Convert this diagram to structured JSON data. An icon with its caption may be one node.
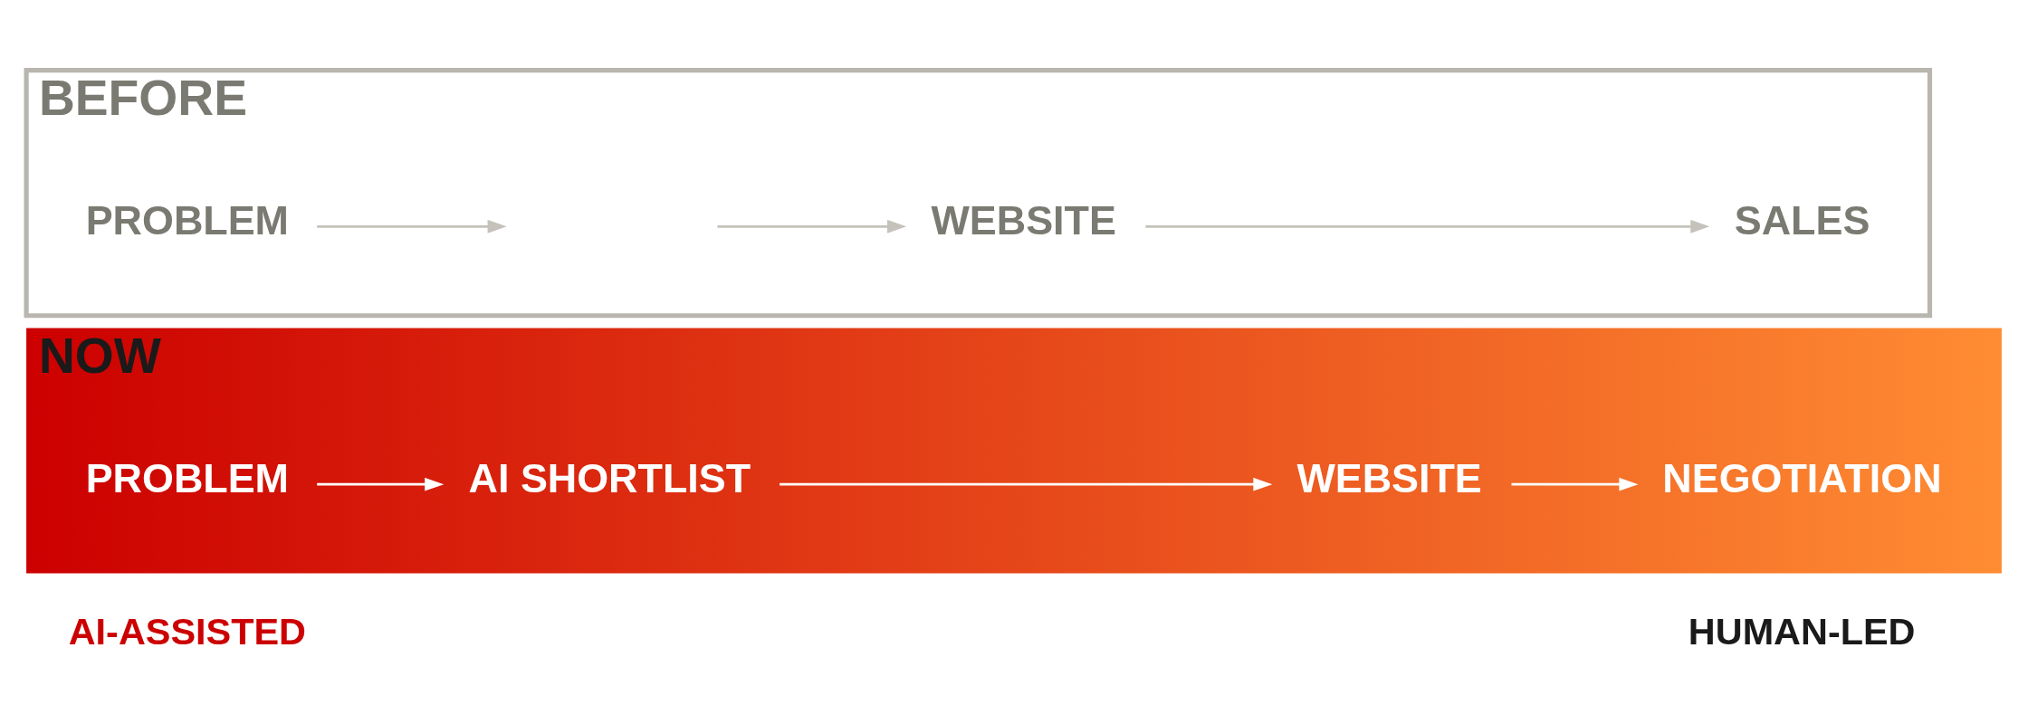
{
  "diagram": {
    "nodes": [
      {
        "text": [
          "BEFORE"
        ]
      },
      {
        "text": [
          "PROBLEM"
        ],
        "in": 0
      },
      {
        "text": [
          "WEBSITE"
        ],
        "in": 0
      },
      {
        "text": [
          "SALES"
        ],
        "in": 0
      },
      {
        "text": [
          "NOW"
        ]
      },
      {
        "text": [
          "PROBLEM"
        ],
        "in": 4
      },
      {
        "text": [
          "AI SHORTLIST"
        ],
        "in": 4
      },
      {
        "text": [
          "WEBSITE"
        ],
        "in": 4
      },
      {
        "text": [
          "NEGOTIATION"
        ],
        "in": 4
      }
    ],
    "edges": [
      {
        "from": 1,
        "to": null,
        "arrow": "to"
      },
      {
        "from": null,
        "to": 2,
        "arrow": "to"
      },
      {
        "from": 2,
        "to": 3,
        "arrow": "to"
      },
      {
        "from": 5,
        "to": 6,
        "arrow": "to",
        "color": "#ffffff"
      },
      {
        "from": 6,
        "to": 7,
        "arrow": "to",
        "color": "#ffffff"
      },
      {
        "from": 7,
        "to": 8,
        "arrow": "to",
        "color": "#ffffff"
      }
    ],
    "labels": [
      "AI-ASSISTED",
      "HUMAN-LED"
    ]
  }
}
